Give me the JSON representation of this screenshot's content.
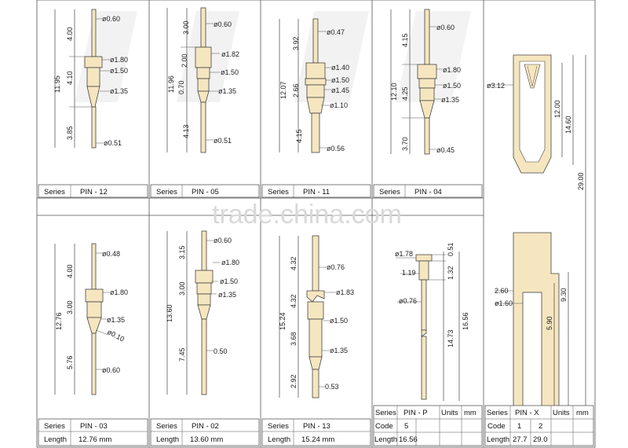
{
  "watermark": "trade.china.com",
  "panels": {
    "pin12": {
      "series_label": "Series",
      "series_value": "PIN - 12",
      "dims": {
        "tip": "4.00",
        "body": "4.10",
        "tail": "3.85",
        "total": "11.95",
        "d_tip": "ø0.60",
        "d_collar": "ø1.80",
        "d_shoulder": "ø1.50",
        "d_body": "ø1.35",
        "d_tail": "ø0.51"
      }
    },
    "pin05": {
      "series_label": "Series",
      "series_value": "PIN - 05",
      "dims": {
        "tip": "3.00",
        "collar": "2.00",
        "groove": "0.70",
        "tail": "4.13",
        "total": "11.96",
        "d_tip": "ø0.60",
        "d_collar": "ø1.82",
        "d_shoulder": "ø1.50",
        "d_body": "ø1.35",
        "d_tail": "ø0.51"
      }
    },
    "pin11": {
      "series_label": "Series",
      "series_value": "PIN - 11",
      "dims": {
        "tip": "3.92",
        "body": "2.66",
        "tail": "4.15",
        "total": "12.07",
        "d_tip": "ø0.47",
        "d_collar": "ø1.40",
        "d_shoulder": "ø1.50",
        "d_body": "ø1.45",
        "d_neck": "ø1.10",
        "d_tail": "ø0.56"
      }
    },
    "pin04": {
      "series_label": "Series",
      "series_value": "PIN - 04",
      "dims": {
        "tip": "4.15",
        "body": "4.25",
        "tail": "3.70",
        "total": "12.10",
        "d_tip": "ø0.60",
        "d_collar": "ø1.80",
        "d_shoulder": "ø1.50",
        "d_body": "ø1.35",
        "d_tail": "ø0.45"
      }
    },
    "pin03": {
      "series_label": "Series",
      "series_value": "PIN - 03",
      "length_label": "Length",
      "length_value": "12.76 mm",
      "dims": {
        "tip": "4.00",
        "body": "3.00",
        "tail": "5.76",
        "total": "12.76",
        "d_tip": "ø0.48",
        "d_collar": "ø1.80",
        "d_body": "ø1.35",
        "d_neck": "ø0.10",
        "d_tail": "ø0.60"
      }
    },
    "pin02": {
      "series_label": "Series",
      "series_value": "PIN - 02",
      "length_label": "Length",
      "length_value": "13.60 mm",
      "dims": {
        "tip": "3.15",
        "body": "3.00",
        "tail": "7.45",
        "total": "13.60",
        "d_tip": "ø0.60",
        "d_collar": "ø1.80",
        "d_shoulder": "ø1.50",
        "d_body": "ø1.35",
        "d_tail": "0.50"
      }
    },
    "pin13": {
      "series_label": "Series",
      "series_value": "PIN - 13",
      "length_label": "Length",
      "length_value": "15.24 mm",
      "dims": {
        "tip": "4.32",
        "mid": "4.32",
        "body": "3.68",
        "tail": "2.92",
        "total": "15.24",
        "d_tip": "ø0.76",
        "d_collar": "ø1.83",
        "d_shoulder": "ø1.50",
        "d_body": "ø1.35",
        "d_tail": "0.53"
      }
    },
    "pinp": {
      "series_label": "Series",
      "series_value": "PIN - P",
      "units_label": "Units",
      "units_value": "mm",
      "code_label": "Code",
      "codes": [
        "5"
      ],
      "length_label": "Length",
      "lengths": [
        "16.56"
      ],
      "dims": {
        "d_head": "ø1.78",
        "head_len": "0.51",
        "d_shoulder": "1.19",
        "shoulder_len": "1.32",
        "d_shaft": "ø0.76",
        "shaft_len": "14.73",
        "total": "16.56"
      }
    },
    "pinx": {
      "series_label": "Series",
      "series_value": "PIN - X",
      "units_label": "Units",
      "units_value": "mm",
      "code_label": "Code",
      "codes": [
        "1",
        "2"
      ],
      "length_label": "Length",
      "lengths": [
        "27.7",
        "29.0"
      ],
      "dims": {
        "d_top": "ø3.12",
        "inner": "12.00",
        "outer": "14.60",
        "total": "29.00",
        "d_bottom": "2.60",
        "d_bore": "ø1.60",
        "low1": "5.90",
        "low2": "9.30"
      }
    }
  }
}
